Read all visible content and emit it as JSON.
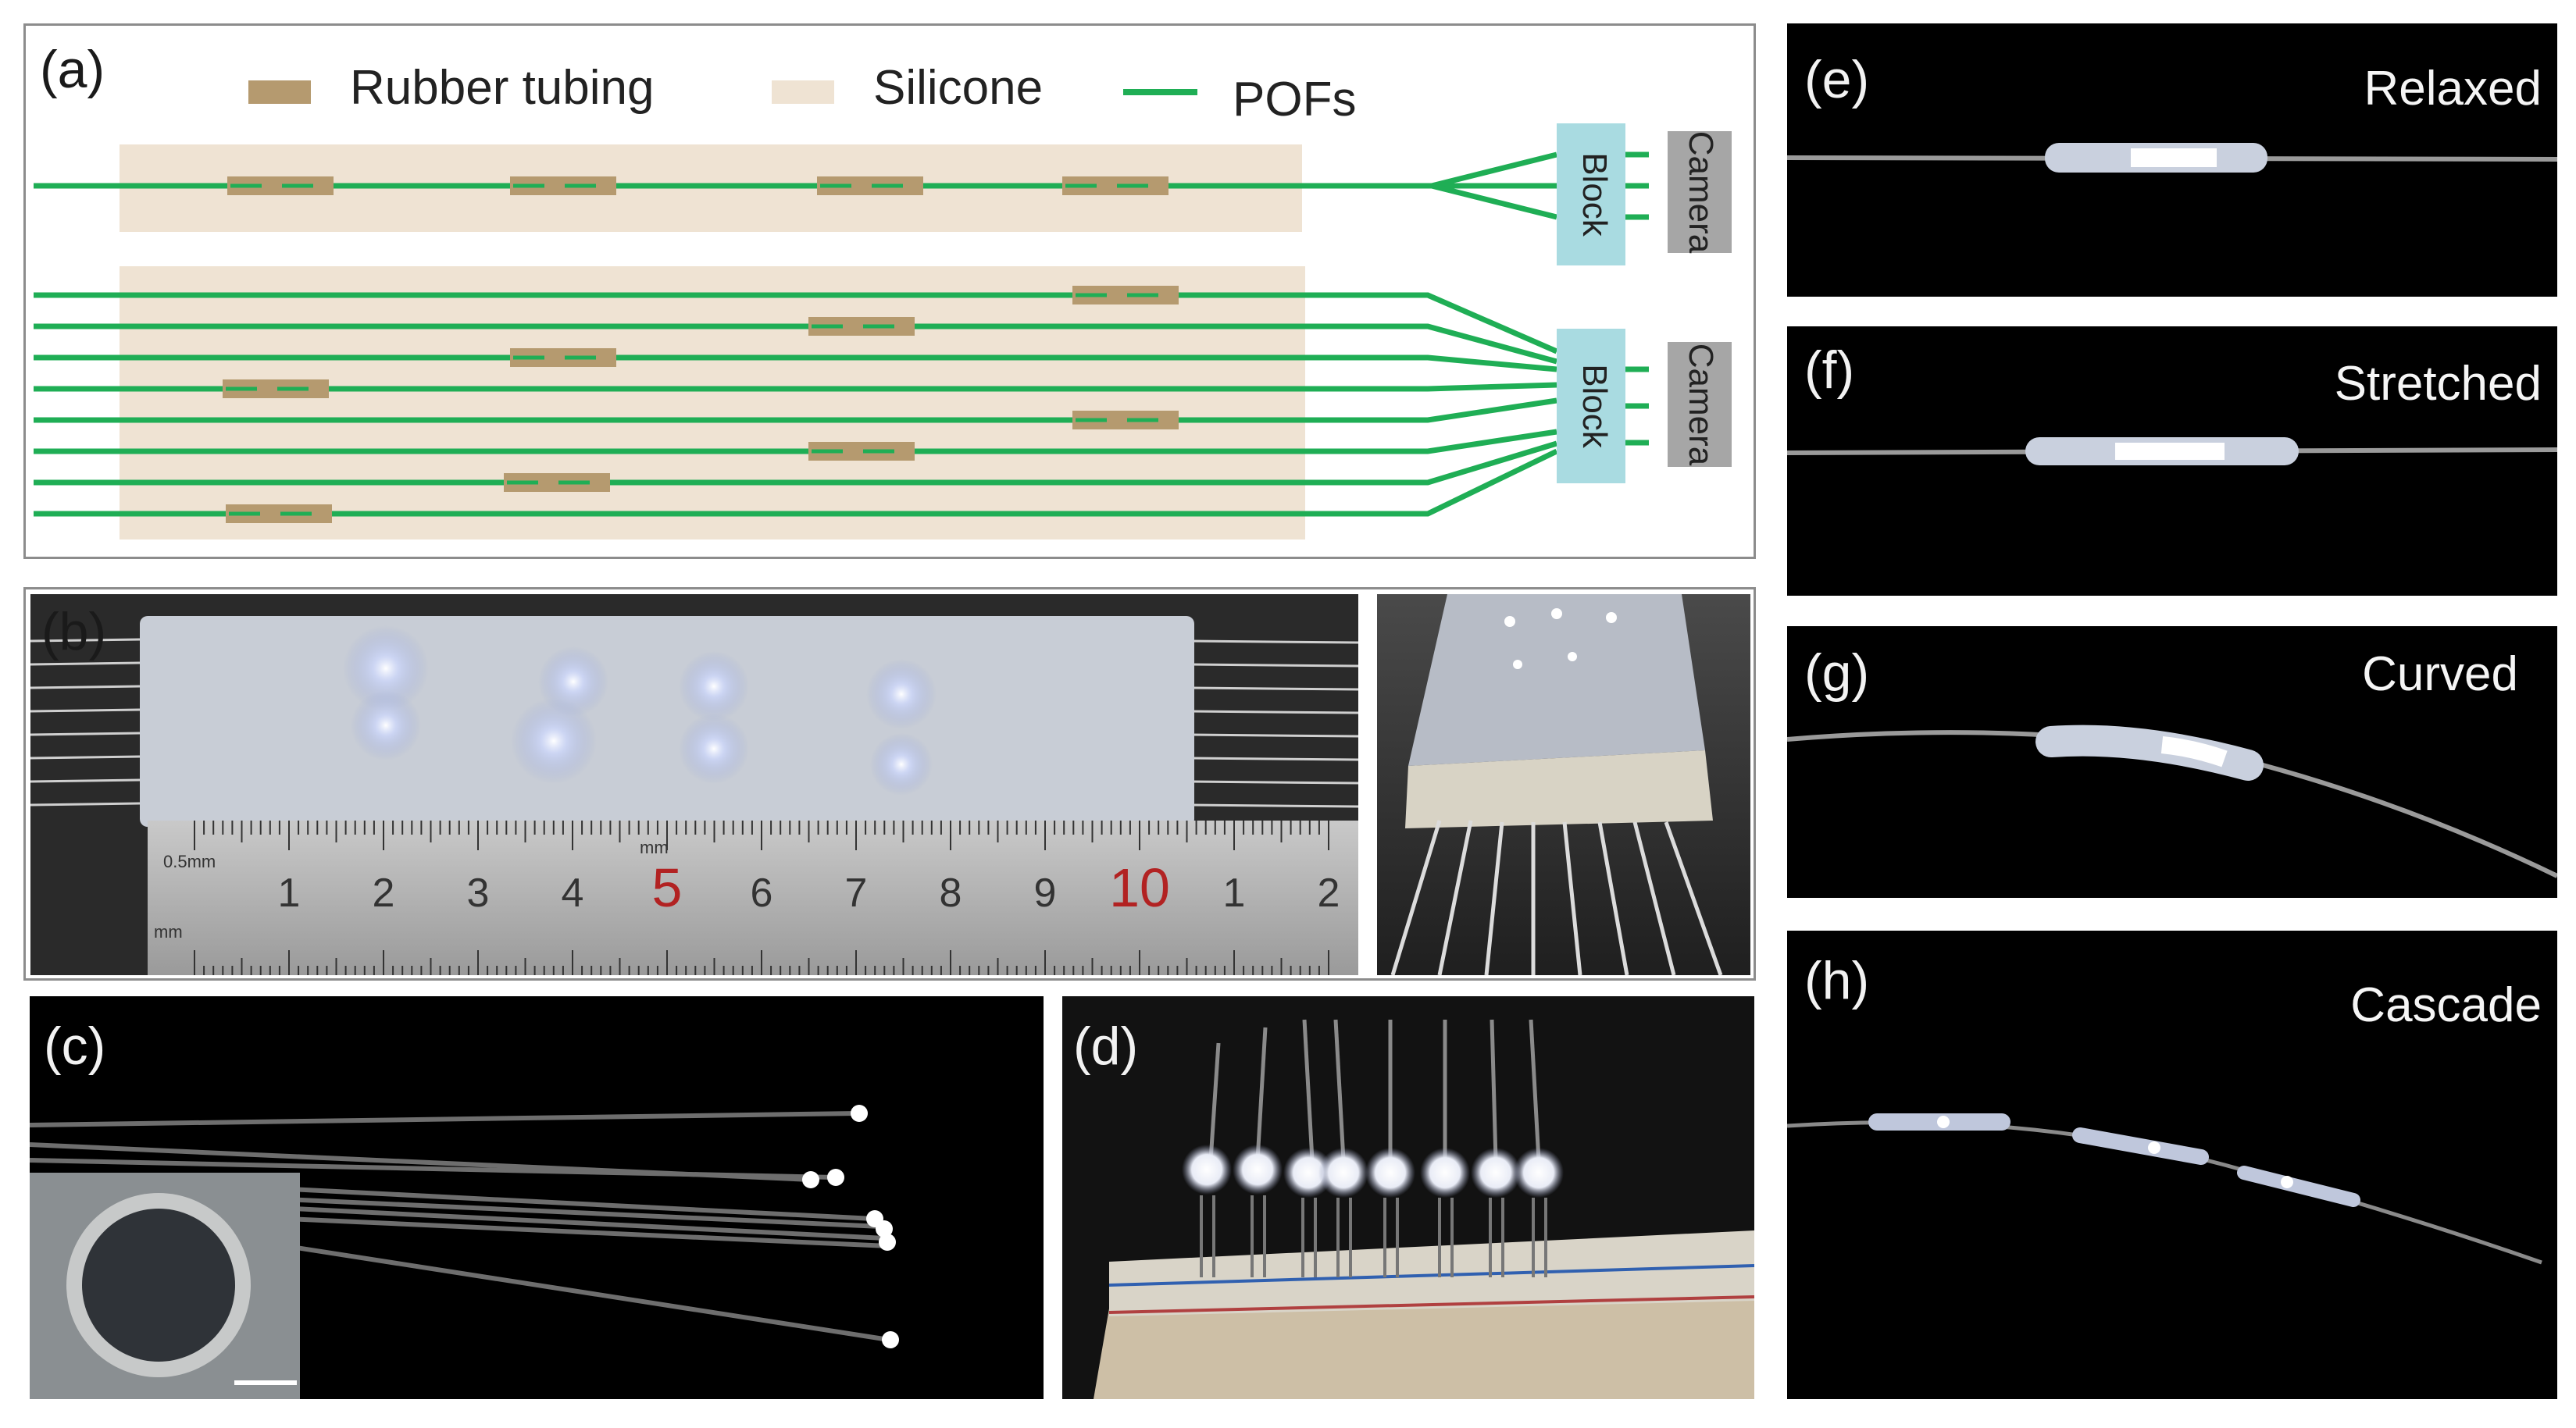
{
  "panel_a": {
    "label": "(a)",
    "legend": [
      {
        "name": "Rubber tubing",
        "color": "#b59a6f"
      },
      {
        "name": "Silicone",
        "color": "#efe3d3"
      },
      {
        "name": "POFs",
        "color": "#1fae55"
      }
    ],
    "block_label": "Block",
    "camera_label": "Camera"
  },
  "panel_b": {
    "label": "(b)",
    "ruler_units": "0.5mm",
    "ruler_mm": "mm",
    "ruler_numbers": [
      "1",
      "2",
      "3",
      "4",
      "5",
      "6",
      "7",
      "8",
      "9",
      "10",
      "1",
      "2"
    ],
    "ruler_red": [
      "5",
      "10"
    ]
  },
  "panel_c": {
    "label": "(c)"
  },
  "panel_d": {
    "label": "(d)"
  },
  "panel_e": {
    "label": "(e)",
    "state": "Relaxed"
  },
  "panel_f": {
    "label": "(f)",
    "state": "Stretched"
  },
  "panel_g": {
    "label": "(g)",
    "state": "Curved"
  },
  "panel_h": {
    "label": "(h)",
    "state": "Cascade"
  },
  "colors": {
    "fiber": "#1fae55",
    "tubing": "#b59a6f",
    "silicone": "#efe3d3",
    "block": "#a9dbe1",
    "camera": "#a6a6a6"
  }
}
